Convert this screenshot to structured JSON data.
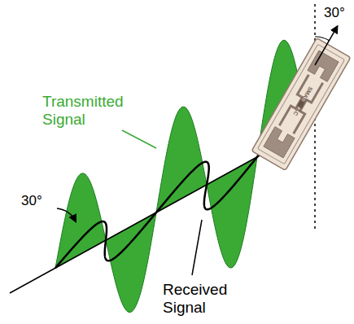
{
  "diagram": {
    "labels": [
      "30°",
      "Transmitted Signal",
      "30°",
      "Received Signal",
      "SMARTRAC"
    ]
  }
}
